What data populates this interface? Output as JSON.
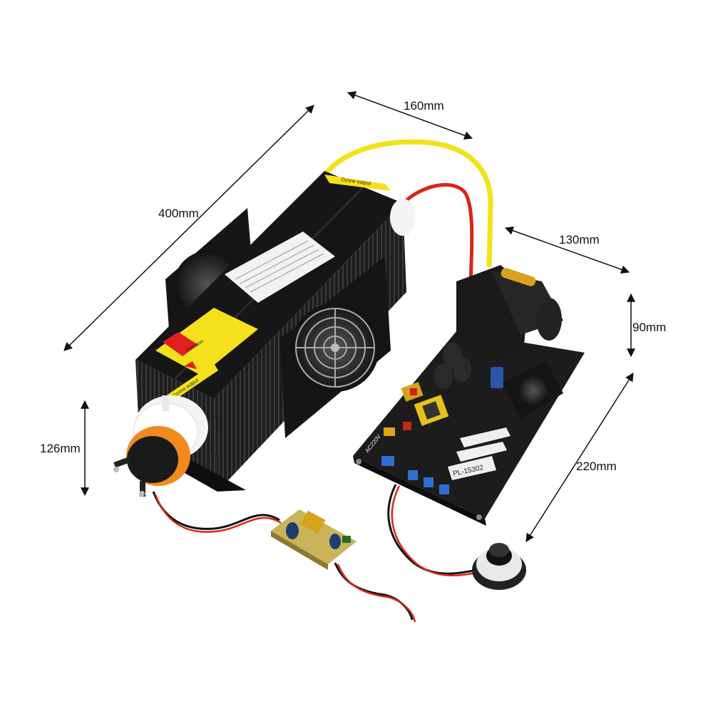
{
  "dimensions": {
    "length": "400mm",
    "tube_width": "160mm",
    "board_width": "130mm",
    "board_height": "90mm",
    "board_length": "220mm",
    "tube_height": "126mm"
  },
  "tube": {
    "top_label": "Ozone output",
    "side_label": "Ozone output",
    "warning_label": "Attention"
  },
  "board": {
    "model": "PL-15302",
    "voltage_label": "AC220V"
  },
  "colors": {
    "background": "#ffffff",
    "heatsink": "#1b1b1b",
    "warning_yellow": "#f4e11c",
    "tube_orange": "#f08a1e",
    "wire_yellow": "#f2e21a",
    "wire_red": "#d8261a",
    "pcb": "#1c1c1c"
  }
}
